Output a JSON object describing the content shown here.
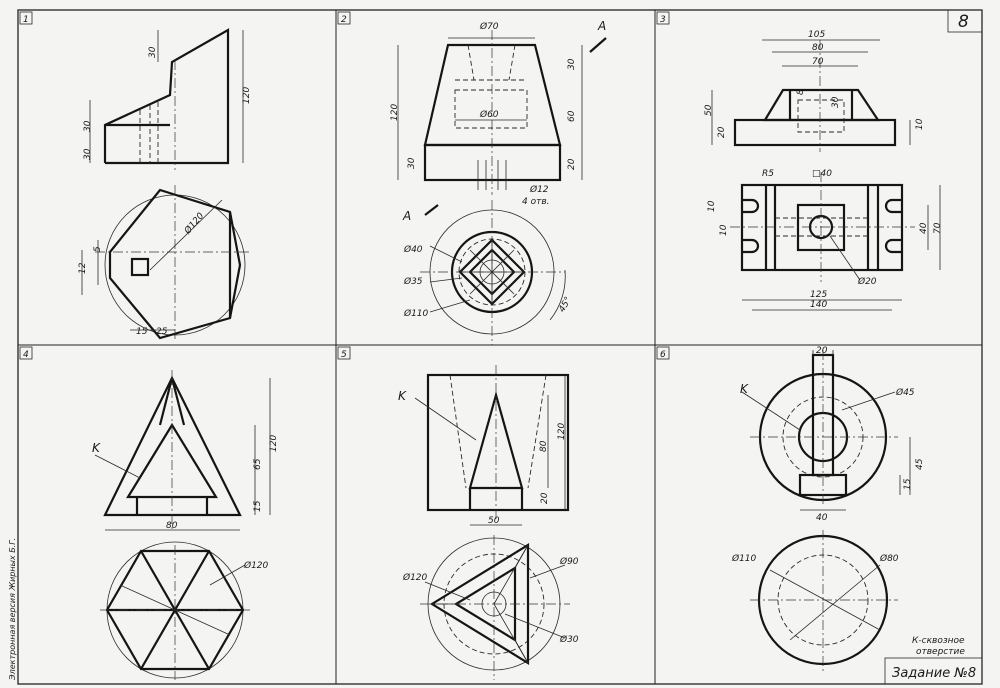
{
  "page_number": "8",
  "assignment": "Задание №8",
  "author_vertical": "Электронная версия Жирных Б.Г.",
  "note_lines": [
    "К-сквозное",
    "отверстие"
  ],
  "cells": [
    {
      "number": "1",
      "dims": [
        "30",
        "30",
        "30",
        "120",
        "Ø120",
        "5",
        "12",
        "15",
        "25"
      ]
    },
    {
      "number": "2",
      "dims": [
        "Ø70",
        "30",
        "120",
        "60",
        "Ø60",
        "30",
        "20",
        "Ø12",
        "4 отв.",
        "Ø40",
        "Ø35",
        "Ø110",
        "45°"
      ],
      "section_labels": [
        "A",
        "A"
      ]
    },
    {
      "number": "3",
      "dims": [
        "105",
        "80",
        "70",
        "50",
        "8",
        "30",
        "20",
        "10",
        "R5",
        "□40",
        "10",
        "10",
        "40",
        "70",
        "Ø20",
        "125",
        "140"
      ]
    },
    {
      "number": "4",
      "dims": [
        "120",
        "65",
        "15",
        "80",
        "Ø120"
      ],
      "label": "K"
    },
    {
      "number": "5",
      "dims": [
        "80",
        "120",
        "20",
        "50",
        "Ø120",
        "Ø90",
        "Ø30"
      ],
      "label": "K"
    },
    {
      "number": "6",
      "dims": [
        "20",
        "Ø45",
        "45",
        "15",
        "40",
        "Ø110",
        "Ø80"
      ],
      "label": "K"
    }
  ]
}
